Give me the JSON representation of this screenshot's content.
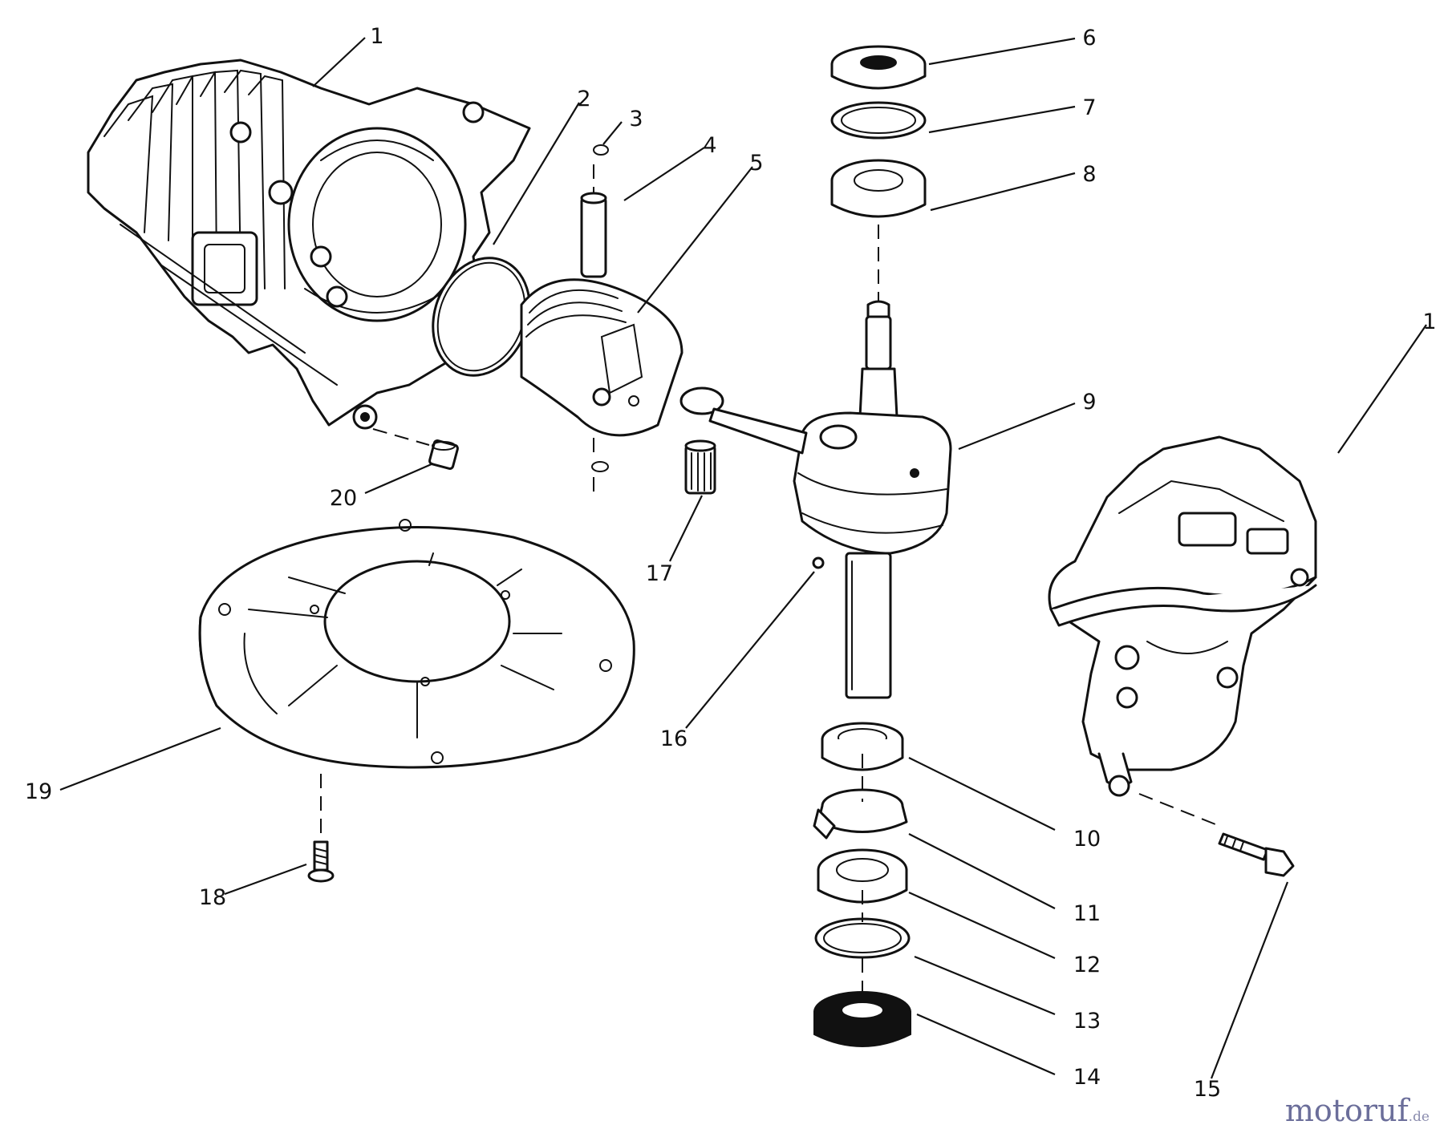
{
  "diagram": {
    "callouts": [
      "1",
      "2",
      "3",
      "4",
      "5",
      "6",
      "7",
      "8",
      "9",
      "1",
      "10",
      "11",
      "12",
      "13",
      "14",
      "15",
      "16",
      "17",
      "18",
      "19",
      "20"
    ]
  },
  "watermark": {
    "brand": "motoruf",
    "tld": ".de",
    "accent_color": "#6b6e9a"
  }
}
